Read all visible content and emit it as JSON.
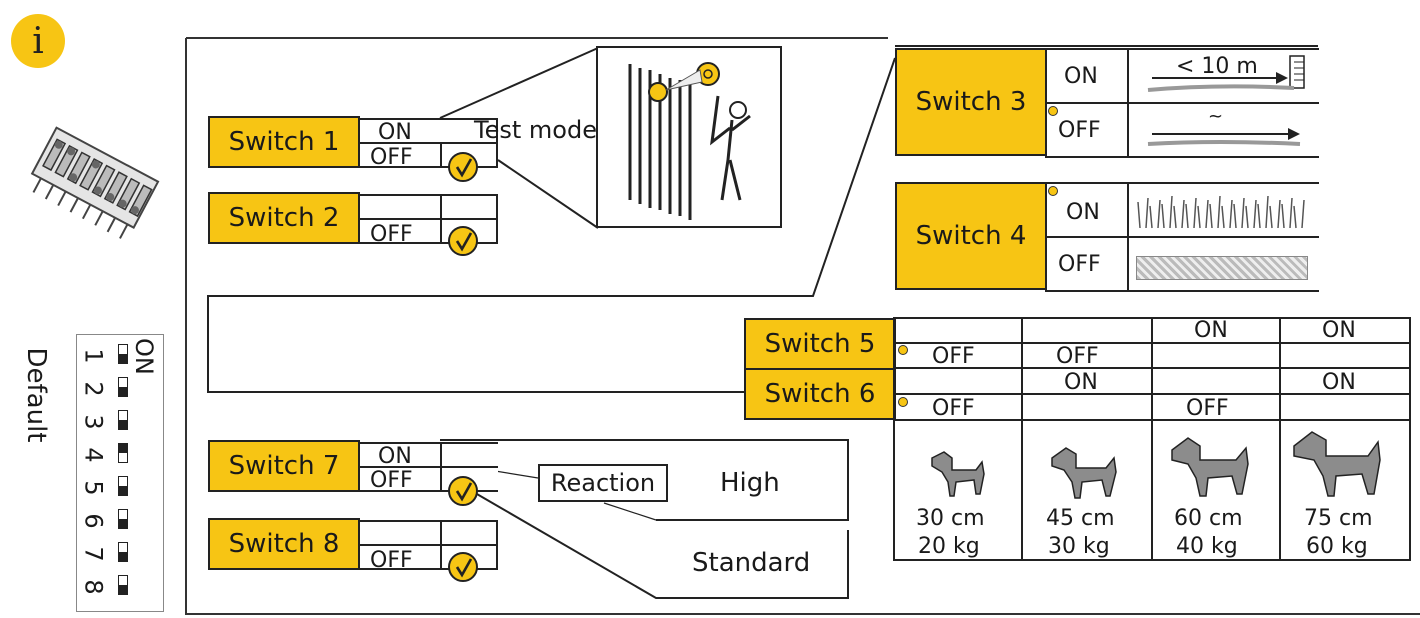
{
  "colors": {
    "accent": "#f7c514",
    "line": "#222222"
  },
  "info_icon": {
    "glyph": "i"
  },
  "default_panel": {
    "title": "Default",
    "on_label": "ON",
    "numbers": [
      "1",
      "2",
      "3",
      "4",
      "5",
      "6",
      "7",
      "8"
    ]
  },
  "switches": {
    "s1": {
      "label": "Switch 1",
      "on": "ON",
      "off": "OFF",
      "note": "Test mode"
    },
    "s2": {
      "label": "Switch 2",
      "off": "OFF"
    },
    "s3": {
      "label": "Switch 3",
      "on": "ON",
      "off": "OFF",
      "distance": "< 10 m",
      "tilde": "~"
    },
    "s4": {
      "label": "Switch 4",
      "on": "ON",
      "off": "OFF"
    },
    "s5": {
      "label": "Switch 5",
      "off_a": "OFF",
      "off_b": "OFF",
      "on_c": "ON",
      "on_d": "ON"
    },
    "s6": {
      "label": "Switch 6",
      "off_a": "OFF",
      "on_b": "ON",
      "off_c": "OFF",
      "on_d": "ON"
    },
    "s7": {
      "label": "Switch 7",
      "on": "ON",
      "off": "OFF",
      "reaction": "Reaction",
      "high": "High",
      "standard": "Standard"
    },
    "s8": {
      "label": "Switch 8",
      "off": "OFF"
    }
  },
  "dogs": [
    {
      "height": "30 cm",
      "weight": "20 kg"
    },
    {
      "height": "45 cm",
      "weight": "30 kg"
    },
    {
      "height": "60 cm",
      "weight": "40 kg"
    },
    {
      "height": "75 cm",
      "weight": "60 kg"
    }
  ]
}
